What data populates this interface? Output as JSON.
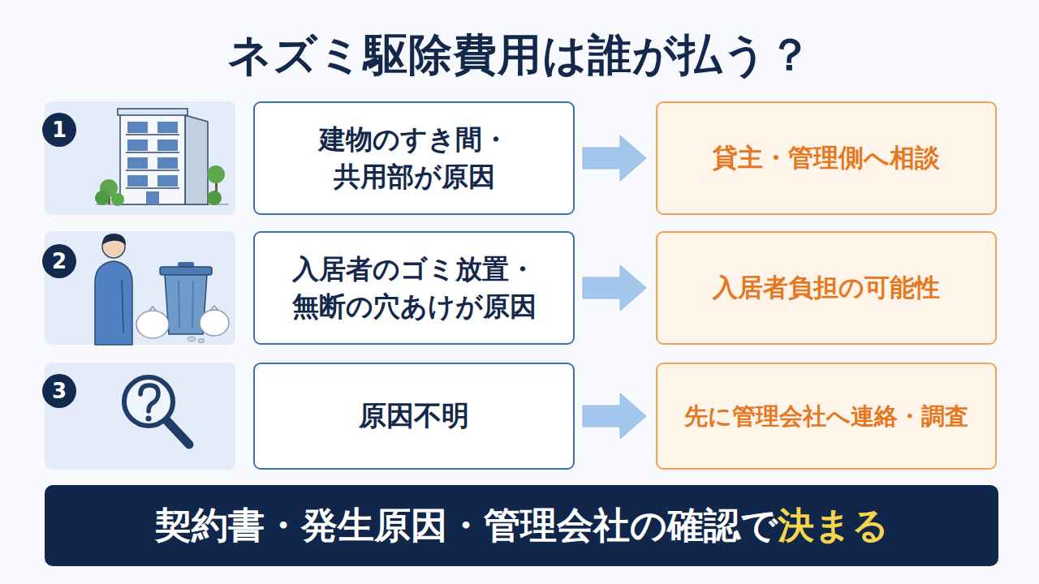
{
  "diagram": {
    "title": "ネズミ駆除費用は誰が払う？",
    "nodes": [
      {
        "text": [
          "建物のすき間・ 共用部が原因"
        ]
      },
      {
        "text": [
          "貸主・管理側へ相談"
        ]
      },
      {
        "text": [
          "入居者のゴミ放置・ 無断の穴あけが原因"
        ]
      },
      {
        "text": [
          "入居者負担の可能性"
        ]
      },
      {
        "text": [
          "原因不明"
        ]
      },
      {
        "text": [
          "先に管理会社へ連絡・調査"
        ]
      },
      {
        "text": [
          "契約書・発生原因・管理会社の確認で",
          "決まる"
        ]
      }
    ],
    "edges": [
      {
        "from": 0,
        "to": 1,
        "arrow": "to"
      },
      {
        "from": 2,
        "to": 3,
        "arrow": "to"
      },
      {
        "from": 4,
        "to": 5,
        "arrow": "to"
      }
    ],
    "labels": [
      "1",
      "2",
      "3"
    ]
  }
}
